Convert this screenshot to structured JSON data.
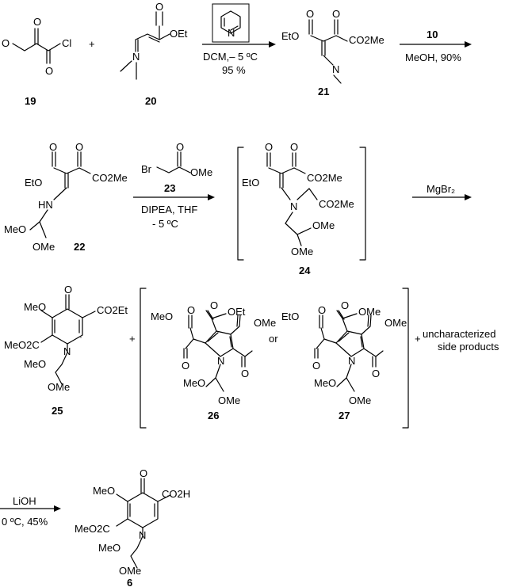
{
  "compounds": [
    {
      "id": "19",
      "label": "19",
      "atoms": [
        "O",
        "O",
        "O",
        "Cl"
      ]
    },
    {
      "id": "20",
      "label": "20",
      "atoms": [
        "O",
        "OEt",
        "N"
      ]
    },
    {
      "id": "21",
      "label": "21",
      "atoms": [
        "O",
        "O",
        "EtO",
        "CO2Me",
        "N"
      ]
    },
    {
      "id": "22",
      "label": "22",
      "atoms": [
        "O",
        "O",
        "EtO",
        "CO2Me",
        "HN",
        "MeO",
        "OMe"
      ]
    },
    {
      "id": "23",
      "label": "23",
      "atoms": [
        "O",
        "Br",
        "OMe"
      ]
    },
    {
      "id": "24",
      "label": "24",
      "atoms": [
        "O",
        "O",
        "EtO",
        "CO2Me",
        "N",
        "CO2Me",
        "OMe",
        "OMe"
      ]
    },
    {
      "id": "25",
      "label": "25",
      "atoms": [
        "O",
        "MeO",
        "CO2Et",
        "MeO2C",
        "N",
        "MeO",
        "OMe"
      ]
    },
    {
      "id": "26",
      "label": "26",
      "atoms": [
        "O",
        "OEt",
        "O",
        "MeO",
        "O",
        "OMe",
        "O",
        "N",
        "MeO",
        "OMe"
      ]
    },
    {
      "id": "27",
      "label": "27",
      "atoms": [
        "O",
        "OMe",
        "O",
        "EtO",
        "O",
        "OMe",
        "O",
        "N",
        "MeO",
        "OMe"
      ]
    },
    {
      "id": "6",
      "label": "6",
      "atoms": [
        "O",
        "MeO",
        "CO2H",
        "MeO2C",
        "N",
        "MeO",
        "OMe"
      ]
    }
  ],
  "plus": [
    "+",
    "+",
    "+"
  ],
  "conditions": {
    "arrow1_line1": "DCM,– 5 ºC",
    "arrow1_line2": "95 %",
    "arrow2_top": "10",
    "arrow2_bottom": "MeOH, 90%",
    "arrow3_line1": "DIPEA, THF",
    "arrow3_line2": "- 5 ºC",
    "arrow4_top": "MgBr₂",
    "arrow5_top": "LiOH",
    "arrow5_bottom": "0 ºC, 45%"
  },
  "or_text": "or",
  "side_products_line1": "uncharacterized",
  "side_products_line2": "side products"
}
